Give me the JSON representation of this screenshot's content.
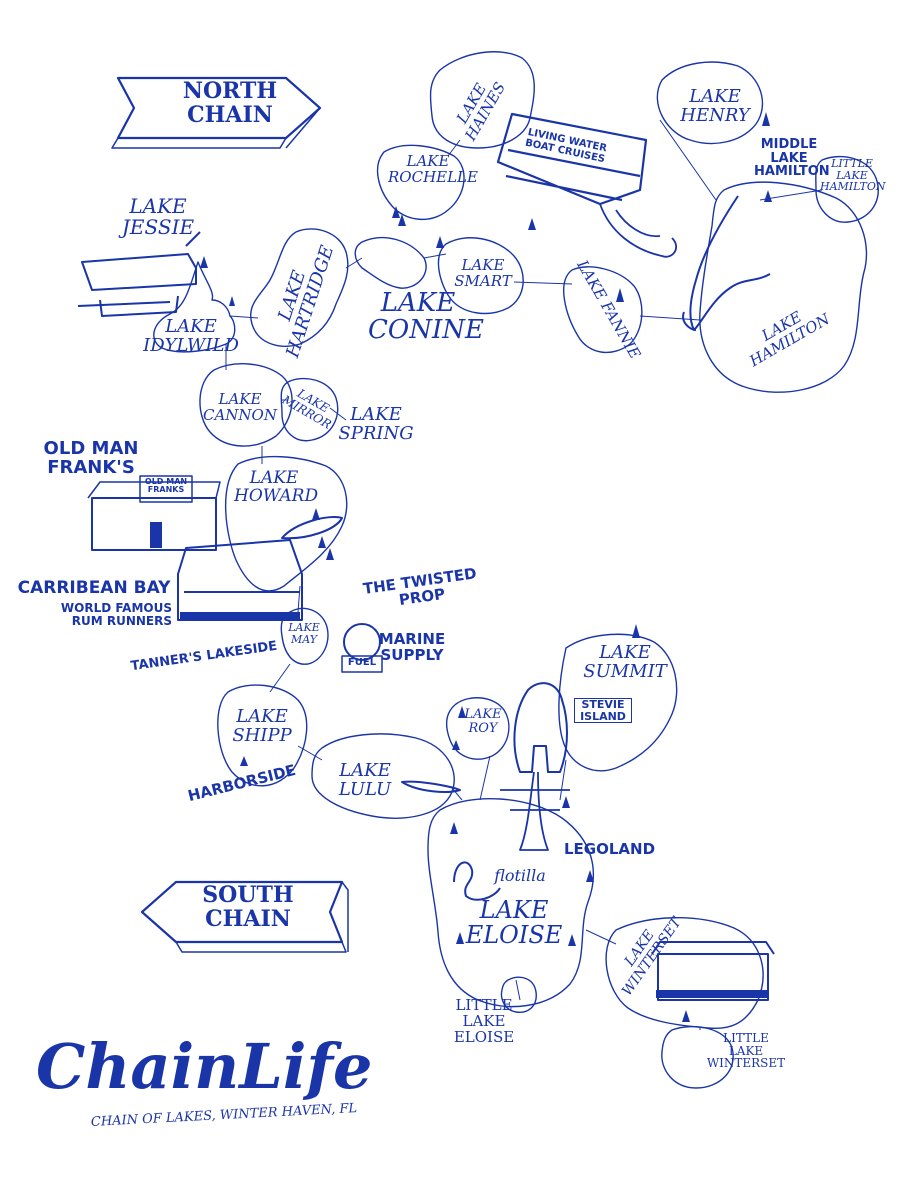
{
  "colors": {
    "ink": "#1a35a8",
    "paper": "#ffffff"
  },
  "signs": {
    "north": [
      "NORTH",
      "CHAIN"
    ],
    "south": [
      "SOUTH",
      "CHAIN"
    ]
  },
  "lakes": {
    "jessie": [
      "LAKE",
      "JESSIE"
    ],
    "idylwild": [
      "LAKE",
      "IDYLWILD"
    ],
    "hartridge": "LAKE HARTRIDGE",
    "conine": [
      "LAKE",
      "CONINE"
    ],
    "rochelle": [
      "LAKE",
      "ROCHELLE"
    ],
    "haines": "LAKE HAINES",
    "smart": [
      "LAKE",
      "SMART"
    ],
    "fannie": "LAKE FANNIE",
    "henry": [
      "LAKE",
      "HENRY"
    ],
    "middle_hamilton": [
      "MIDDLE",
      "LAKE",
      "HAMILTON"
    ],
    "little_hamilton": [
      "LITTLE",
      "LAKE",
      "HAMILTON"
    ],
    "hamilton": "LAKE HAMILTON",
    "cannon": [
      "LAKE",
      "CANNON"
    ],
    "mirror": [
      "LAKE",
      "MIRROR"
    ],
    "spring": [
      "LAKE",
      "SPRING"
    ],
    "howard": [
      "LAKE",
      "HOWARD"
    ],
    "may": [
      "LAKE",
      "MAY"
    ],
    "shipp": [
      "LAKE",
      "SHIPP"
    ],
    "lulu": [
      "LAKE",
      "LULU"
    ],
    "roy": [
      "LAKE",
      "ROY"
    ],
    "summit": [
      "LAKE",
      "SUMMIT"
    ],
    "eloise": [
      "LAKE",
      "ELOISE"
    ],
    "little_eloise": [
      "LITTLE",
      "LAKE",
      "ELOISE"
    ],
    "winterset": "LAKE WINTERSET",
    "little_winterset": [
      "LITTLE",
      "LAKE",
      "WINTERSET"
    ]
  },
  "places": {
    "old_man_franks": [
      "OLD MAN",
      "FRANK'S"
    ],
    "old_man_franks_sign": [
      "OLD MAN",
      "FRANKS"
    ],
    "carribean_bay": "CARRIBEAN BAY",
    "carribean_sub": [
      "WORLD FAMOUS",
      "RUM RUNNERS"
    ],
    "tanners": "TANNER'S LAKESIDE",
    "twisted_prop": "THE TWISTED PROP",
    "marine_supply": [
      "MARINE",
      "SUPPLY"
    ],
    "fuel": "FUEL",
    "harborside": "HARBORSIDE",
    "legoland": "LEGOLAND",
    "flotilla": "flotilla",
    "stevie_island": [
      "STEVIE",
      "ISLAND"
    ],
    "boat_words": [
      "LIVING",
      "WATER",
      "BOAT",
      "CRUISES"
    ]
  },
  "logo": {
    "title": "ChainLife",
    "subtitle": "CHAIN OF LAKES, WINTER HAVEN, FL"
  }
}
